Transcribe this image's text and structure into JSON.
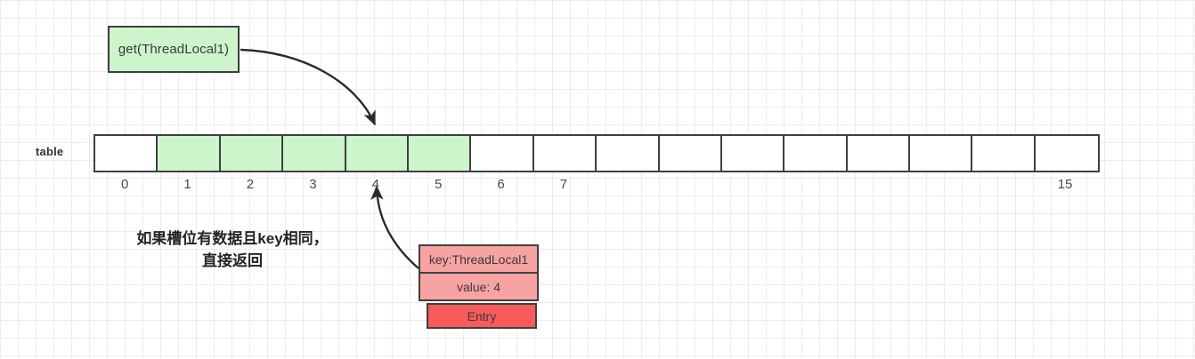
{
  "diagram": {
    "title_note": "如果槽位有数据且key相同，直接返回",
    "note_line1": "如果槽位有数据且key相同，",
    "note_line2": "直接返回",
    "call_box_label": "get(ThreadLocal1)",
    "table_label": "table",
    "colors": {
      "green_fill": "#ccf5cc",
      "entry_field_fill": "#f8a3a3",
      "entry_title_fill": "#f75b5b",
      "stroke": "#3f3f3f",
      "grid": "#ececec"
    },
    "table": {
      "cell_count": 16,
      "filled_indices": [
        1,
        2,
        3,
        4,
        5
      ],
      "index_labels": [
        "0",
        "1",
        "2",
        "3",
        "4",
        "5",
        "6",
        "7",
        "",
        "",
        "",
        "",
        "",
        "",
        "",
        "15"
      ]
    },
    "entry": {
      "key_label": "key:ThreadLocal1",
      "value_label": "value: 4",
      "type_label": "Entry"
    },
    "arrows": [
      {
        "name": "call-to-slot",
        "from": "get(ThreadLocal1)",
        "to": "table slot 4"
      },
      {
        "name": "entry-to-slot",
        "from": "Entry",
        "to": "table slot 4"
      }
    ]
  }
}
